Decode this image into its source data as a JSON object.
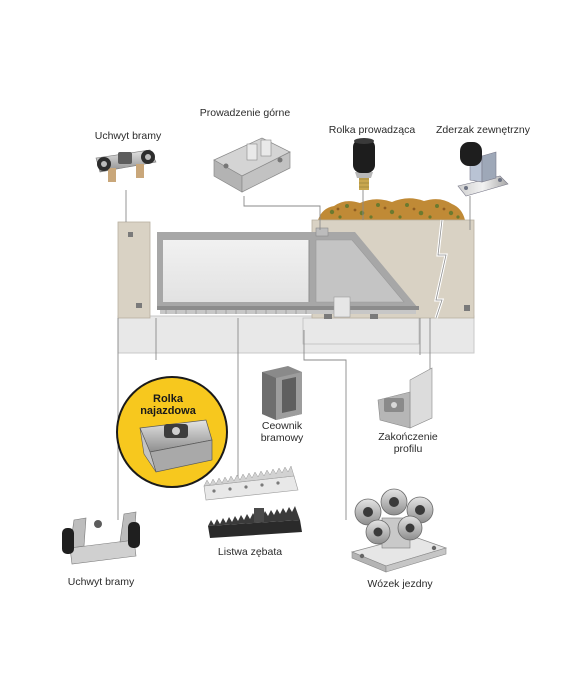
{
  "labels": {
    "uchwyt_top": "Uchwyt bramy",
    "prowadzenie": "Prowadzenie górne",
    "rolka_prowadzaca": "Rolka prowadząca",
    "zderzak": "Zderzak zewnętrzny",
    "rolka_najazdowa_1": "Rolka",
    "rolka_najazdowa_2": "najazdowa",
    "ceownik_1": "Ceownik",
    "ceownik_2": "bramowy",
    "zakonczenie_1": "Zakończenie",
    "zakonczenie_2": "profilu",
    "listwa": "Listwa zębata",
    "uchwyt_bottom": "Uchwyt bramy",
    "wozek": "Wózek jezdny"
  },
  "colors": {
    "highlight": "#f7c81e",
    "wall": "#d9d2c4",
    "ground": "#e9e9e9",
    "frame": "#9a9a9a",
    "leader": "#8a8a8a"
  }
}
